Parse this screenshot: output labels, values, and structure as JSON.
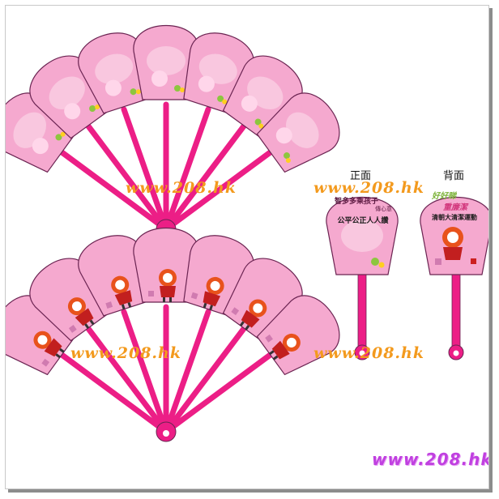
{
  "labels": {
    "front": "正面",
    "back": "背面"
  },
  "watermark": "www.208.hk",
  "logo": "www.208.hk",
  "front_text": {
    "line1": "智多多乘孩子",
    "line1_sub": "傳心意",
    "line2": "公平公正人人讚"
  },
  "back_text": {
    "title_a": "好好睇",
    "title_b": "重廉潔",
    "line": "清朝大清潔運動"
  },
  "colors": {
    "fan_fill": "#f5a9cf",
    "fan_border": "#8a2c66",
    "rib": "#ec1e86",
    "watermark": "#f39a1e",
    "logo": "#c040e0"
  },
  "icons": [
    "mascot-icon",
    "sunflower-icon",
    "logo-mark-icon"
  ]
}
